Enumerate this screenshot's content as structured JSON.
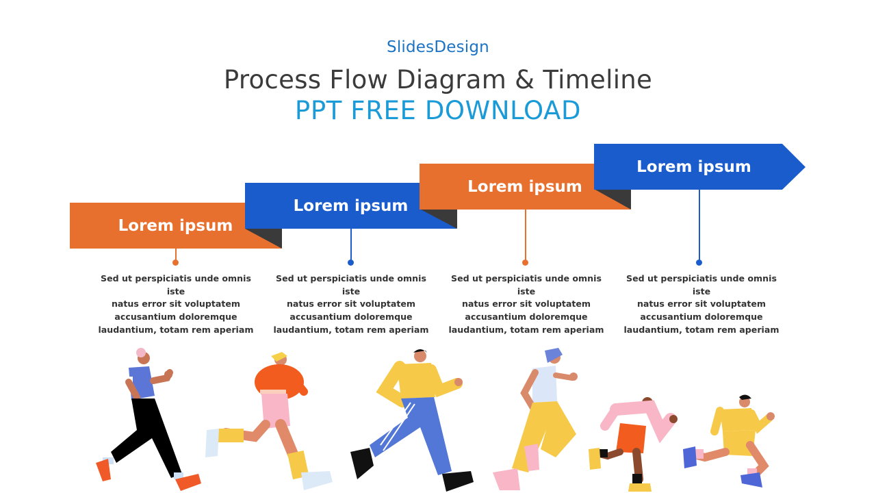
{
  "header": {
    "brand": "SlidesDesign",
    "title": "Process Flow Diagram & Timeline",
    "subtitle": "PPT FREE DOWNLOAD"
  },
  "colors": {
    "orange": "#e8702f",
    "blue": "#1a5ccc",
    "fold": "#3a3a3a",
    "brand": "#1b73c4",
    "subtitle": "#1a9ad6",
    "title": "#3b3b3b"
  },
  "steps": [
    {
      "label": "Lorem ipsum",
      "color": "orange",
      "text": [
        "Sed ut perspiciatis unde omnis iste",
        "natus error sit voluptatem",
        "accusantium doloremque",
        "laudantium, totam rem aperiam"
      ]
    },
    {
      "label": "Lorem ipsum",
      "color": "blue",
      "text": [
        "Sed ut perspiciatis unde omnis iste",
        "natus error sit voluptatem",
        "accusantium doloremque",
        "laudantium, totam rem aperiam"
      ]
    },
    {
      "label": "Lorem ipsum",
      "color": "orange",
      "text": [
        "Sed ut perspiciatis unde omnis iste",
        "natus error sit voluptatem",
        "accusantium doloremque",
        "laudantium, totam rem aperiam"
      ]
    },
    {
      "label": "Lorem ipsum",
      "color": "blue",
      "text": [
        "Sed ut perspiciatis unde omnis iste",
        "natus error sit voluptatem",
        "accusantium doloremque",
        "laudantium, totam rem aperiam"
      ]
    }
  ],
  "illustration": {
    "description": "Six cartoon runners in a row",
    "runners": [
      "runner-blue-shirt-black-pants",
      "runner-orange-jacket-pink-shorts",
      "runner-yellow-sweater-blue-pants",
      "runner-white-shirt-yellow-pants",
      "runner-pink-shirt-orange-shorts",
      "runner-yellow-outfit-blue-shoes"
    ]
  }
}
